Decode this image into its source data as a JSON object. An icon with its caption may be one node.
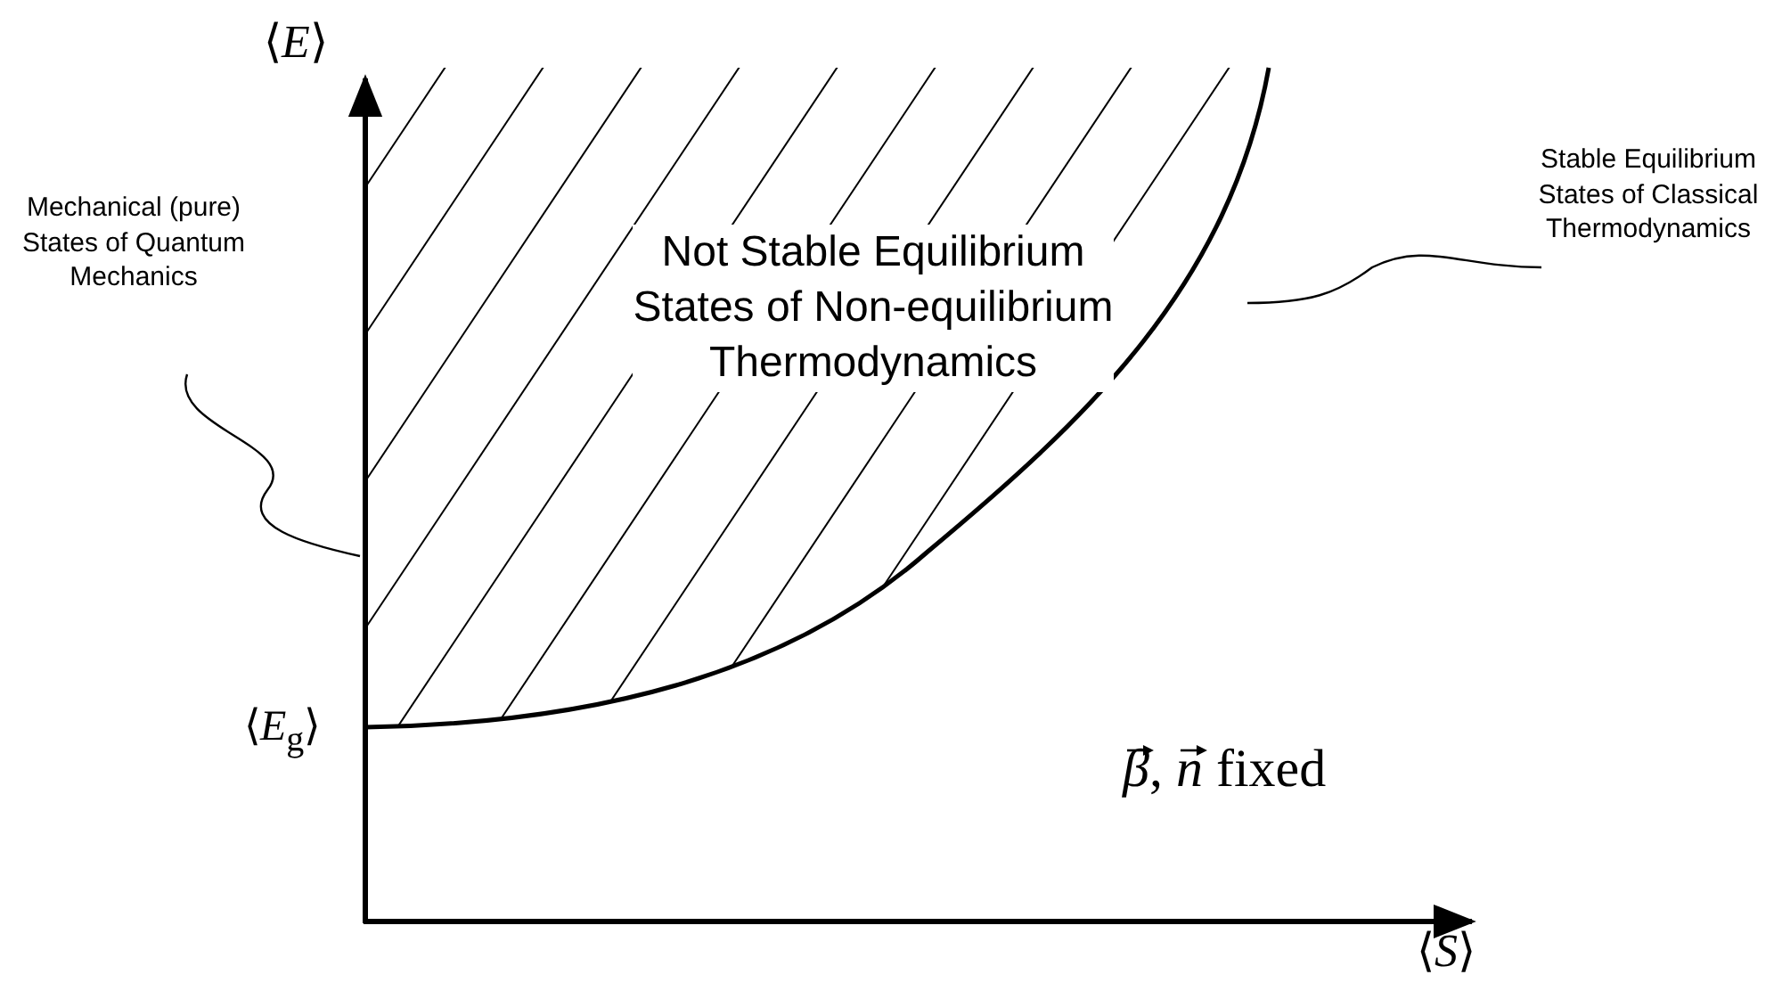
{
  "diagram": {
    "nodes": [
      {
        "text": [
          "Mechanical (pure) States of Quantum Mechanics"
        ]
      },
      {
        "text": [
          "Not Stable Equilibrium States of Non-equilibrium Thermodynamics"
        ]
      },
      {
        "text": [
          "Stable Equilibrium States of Classical Thermodynamics"
        ]
      }
    ],
    "edges": [
      {
        "from": 0,
        "to": null,
        "arrow": "none"
      },
      {
        "from": 2,
        "to": null,
        "arrow": "none"
      }
    ],
    "labels": [
      "⟨*E*⟩",
      "⟨*E*$_{g}$⟩",
      "*β*, *n*  fixed",
      "⟨*S*⟩"
    ]
  }
}
